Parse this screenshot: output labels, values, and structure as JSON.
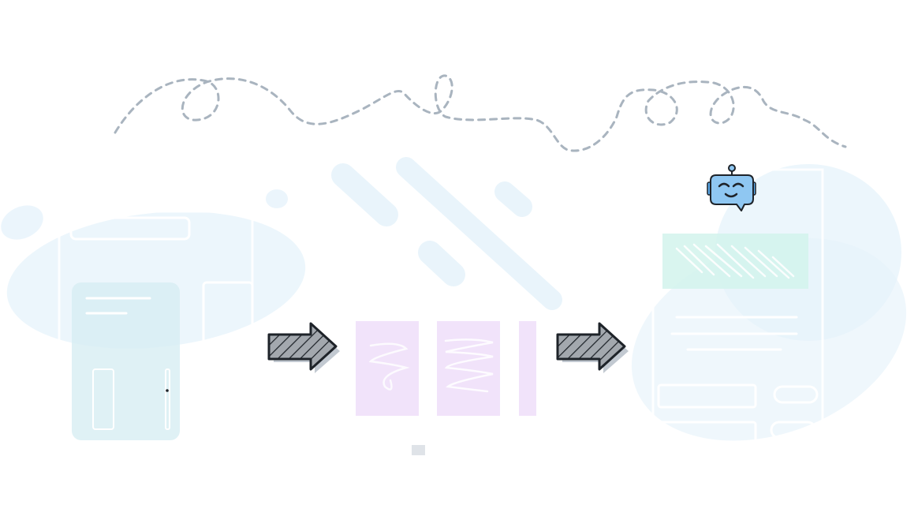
{
  "scene": {
    "background": "#ffffff",
    "accents": {
      "path": "#a9b4bf",
      "mobile_card": "#d7eef3",
      "pages": "#f1e3fa",
      "arrow_fill": "#a3a8ae",
      "robot": "#8fc7f2",
      "robot_bubble": "#5aa9ea",
      "result_highlight": "#d2f3ec",
      "blob": "#e6f3fb"
    },
    "icons": [
      "dashed-flow-path",
      "mobile-app-wireframe",
      "arrow-right-icon",
      "page-thumbnails",
      "robot-icon",
      "web-page-wireframe"
    ]
  }
}
